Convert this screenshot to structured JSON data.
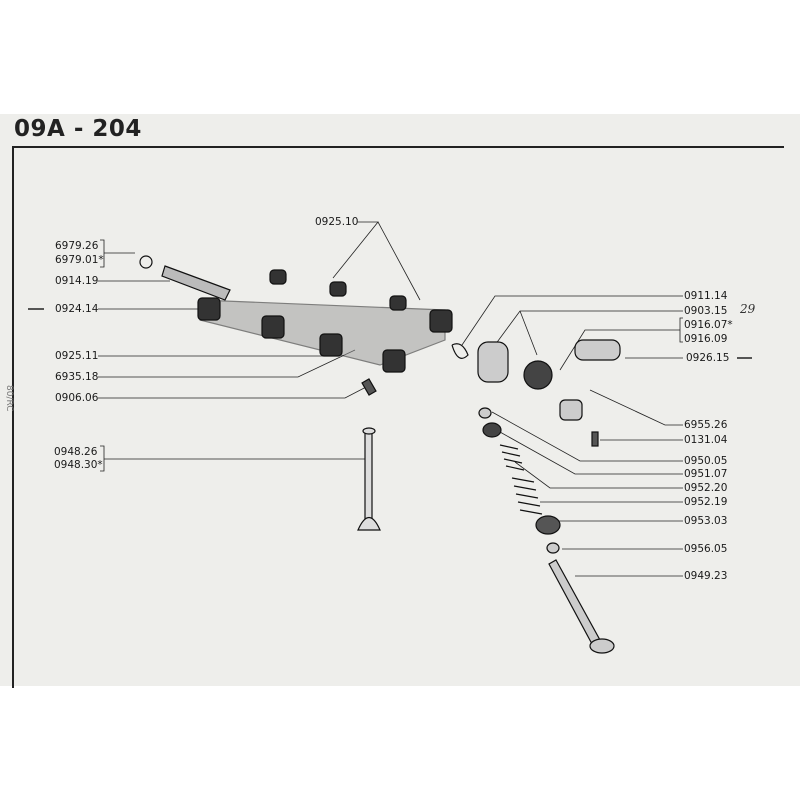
{
  "title": "09A - 204",
  "margin_note": "80/RC",
  "handwritten_note": "29",
  "left_labels": [
    "6979.26",
    "6979.01*",
    "0914.19",
    "0924.14",
    "0925.11",
    "6935.18",
    "0906.06",
    "0948.26",
    "0948.30*"
  ],
  "top_label": "0925.10",
  "right_labels": [
    "0911.14",
    "0903.15",
    "0916.07*",
    "0916.09",
    "0926.15",
    "6955.26",
    "0131.04",
    "0950.05",
    "0951.07",
    "0952.20",
    "0952.19",
    "0953.03",
    "0956.05",
    "0949.23"
  ]
}
